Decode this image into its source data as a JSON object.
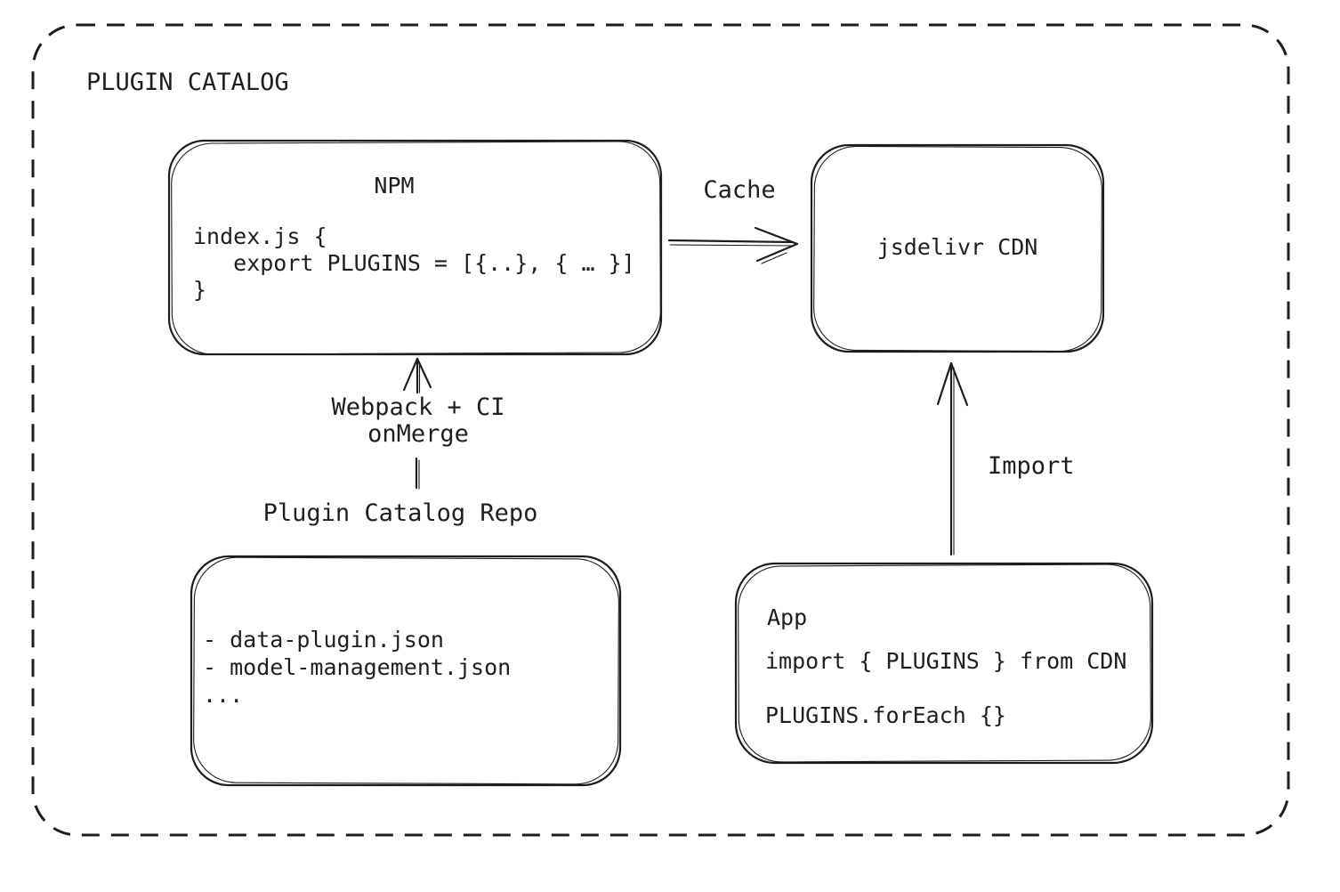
{
  "colors": {
    "background": "#ffffff",
    "ink": "#1f1f1f"
  },
  "frame": {
    "label": "PLUGIN CATALOG"
  },
  "nodes": {
    "npm": {
      "title": "NPM",
      "code": "index.js {\n   export PLUGINS = [{..}, { … }]\n}"
    },
    "cdn": {
      "title": "jsdelivr CDN"
    },
    "repo": {
      "title": "Plugin Catalog Repo",
      "files": "- data-plugin.json\n- model-management.json\n..."
    },
    "app": {
      "title": "App",
      "code_line_1": "import { PLUGINS } from CDN",
      "code_line_2": "PLUGINS.forEach {}"
    }
  },
  "edges": {
    "cache": {
      "label": "Cache",
      "from": "NPM",
      "to": "jsdelivr CDN"
    },
    "build": {
      "label": "Webpack + CI\nonMerge",
      "from": "Plugin Catalog Repo",
      "to": "NPM"
    },
    "import": {
      "label": "Import",
      "from": "App",
      "to": "jsdelivr CDN"
    }
  }
}
